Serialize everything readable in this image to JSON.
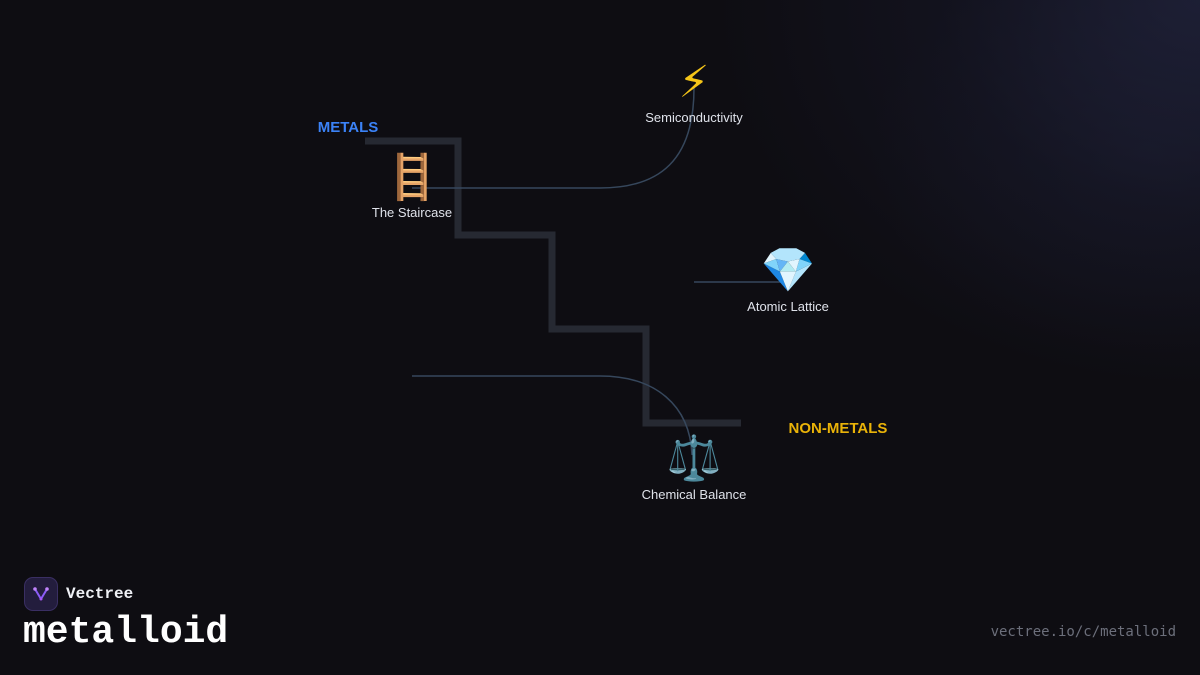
{
  "diagram": {
    "regions": {
      "metals": {
        "label": "METALS",
        "color": "#3b82f6"
      },
      "nonmetals": {
        "label": "NON-METALS",
        "color": "#eab308"
      }
    },
    "nodes": [
      {
        "id": "staircase",
        "icon": "ladder-icon",
        "emoji": "🪜",
        "label": "The Staircase"
      },
      {
        "id": "semiconductivity",
        "icon": "lightning-icon",
        "emoji": "⚡",
        "label": "Semiconductivity"
      },
      {
        "id": "lattice",
        "icon": "gem-icon",
        "emoji": "💎",
        "label": "Atomic Lattice"
      },
      {
        "id": "balance",
        "icon": "scales-icon",
        "emoji": "⚖️",
        "label": "Chemical Balance"
      }
    ],
    "colors": {
      "staircase_line": "#262932",
      "connector": "#36475c",
      "label": "#dfe2ea"
    }
  },
  "footer": {
    "brand": "Vectree",
    "title": "metalloid",
    "url": "vectree.io/c/metalloid",
    "logo_icon": "vectree-logo-icon"
  }
}
